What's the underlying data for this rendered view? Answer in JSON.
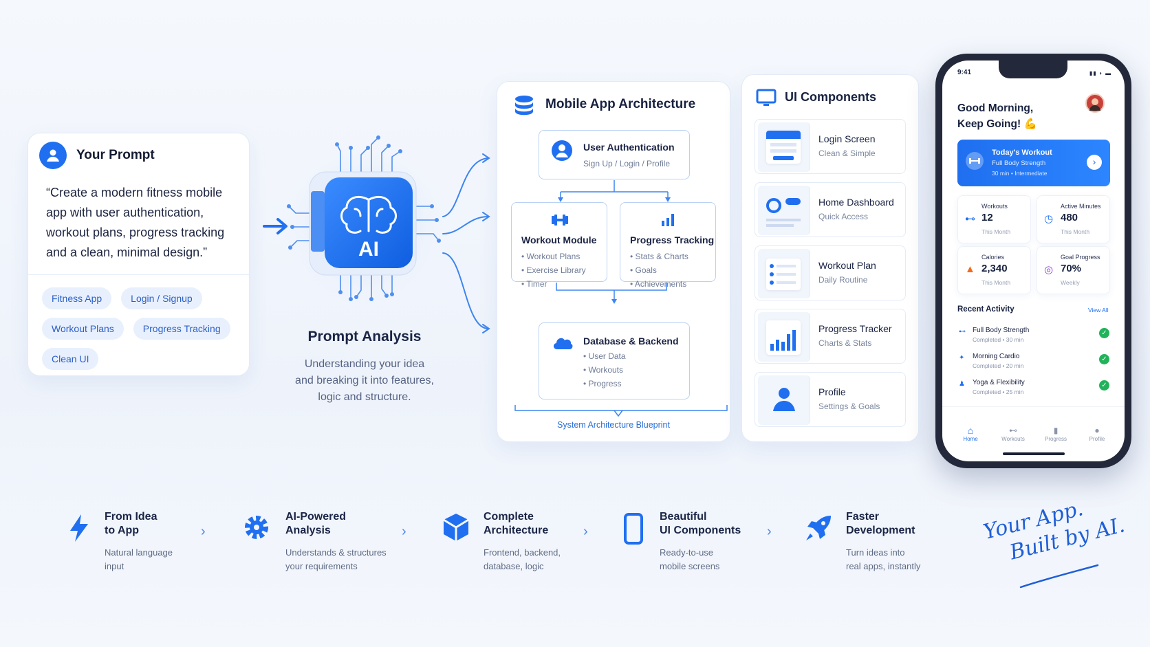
{
  "prompt": {
    "title": "Your Prompt",
    "text": "“Create a modern fitness mobile app with user authentication, workout plans, progress tracking and a clean, minimal design.”",
    "chips": [
      "Fitness App",
      "Login / Signup",
      "Workout Plans",
      "Progress Tracking",
      "Clean UI"
    ]
  },
  "analysis": {
    "chip_label": "AI",
    "title": "Prompt Analysis",
    "desc_line1": "Understanding your idea",
    "desc_line2": "and breaking it into features,",
    "desc_line3": "logic and structure."
  },
  "architecture": {
    "title": "Mobile App Architecture",
    "auth": {
      "title": "User Authentication",
      "sub": "Sign Up / Login / Profile"
    },
    "workout": {
      "title": "Workout Module",
      "items": [
        "• Workout Plans",
        "• Exercise Library",
        "• Timer"
      ]
    },
    "progress": {
      "title": "Progress Tracking",
      "items": [
        "• Stats & Charts",
        "• Goals",
        "• Achievements"
      ]
    },
    "database": {
      "title": "Database & Backend",
      "items": [
        "• User Data",
        "• Workouts",
        "• Progress"
      ]
    },
    "footer": "System Architecture Blueprint"
  },
  "ui_components": {
    "title": "UI Components",
    "items": [
      {
        "name": "Login Screen",
        "sub": "Clean & Simple"
      },
      {
        "name": "Home Dashboard",
        "sub": "Quick Access"
      },
      {
        "name": "Workout Plan",
        "sub": "Daily Routine"
      },
      {
        "name": "Progress Tracker",
        "sub": "Charts & Stats"
      },
      {
        "name": "Profile",
        "sub": "Settings & Goals"
      }
    ]
  },
  "phone": {
    "time": "9:41",
    "greeting_line1": "Good Morning,",
    "greeting_line2": "Keep Going! 💪",
    "today": {
      "label": "Today's Workout",
      "name": "Full Body Strength",
      "meta": "30 min • Intermediate"
    },
    "stats": [
      {
        "label": "Workouts",
        "value": "12",
        "sub": "This Month"
      },
      {
        "label": "Active Minutes",
        "value": "480",
        "sub": "This Month"
      },
      {
        "label": "Calories",
        "value": "2,340",
        "sub": "This Month"
      },
      {
        "label": "Goal Progress",
        "value": "70%",
        "sub": "Weekly"
      }
    ],
    "recent_title": "Recent Activity",
    "view_all": "View All",
    "activities": [
      {
        "name": "Full Body Strength",
        "meta": "Completed • 30 min"
      },
      {
        "name": "Morning Cardio",
        "meta": "Completed • 20 min"
      },
      {
        "name": "Yoga & Flexibility",
        "meta": "Completed • 25 min"
      }
    ],
    "tabs": [
      "Home",
      "Workouts",
      "Progress",
      "Profile"
    ]
  },
  "features": [
    {
      "title1": "From Idea",
      "title2": "to App",
      "desc1": "Natural language",
      "desc2": "input"
    },
    {
      "title1": "AI-Powered",
      "title2": "Analysis",
      "desc1": "Understands & structures",
      "desc2": "your requirements"
    },
    {
      "title1": "Complete",
      "title2": "Architecture",
      "desc1": "Frontend, backend,",
      "desc2": "database, logic"
    },
    {
      "title1": "Beautiful",
      "title2": "UI Components",
      "desc1": "Ready-to-use",
      "desc2": "mobile screens"
    },
    {
      "title1": "Faster",
      "title2": "Development",
      "desc1": "Turn ideas into",
      "desc2": "real apps, instantly"
    }
  ],
  "tagline": {
    "line1": "Your App.",
    "line2": "Built by AI."
  },
  "colors": {
    "accent": "#1f6ff0",
    "success": "#21b35a",
    "background": "#f5f8fd"
  }
}
